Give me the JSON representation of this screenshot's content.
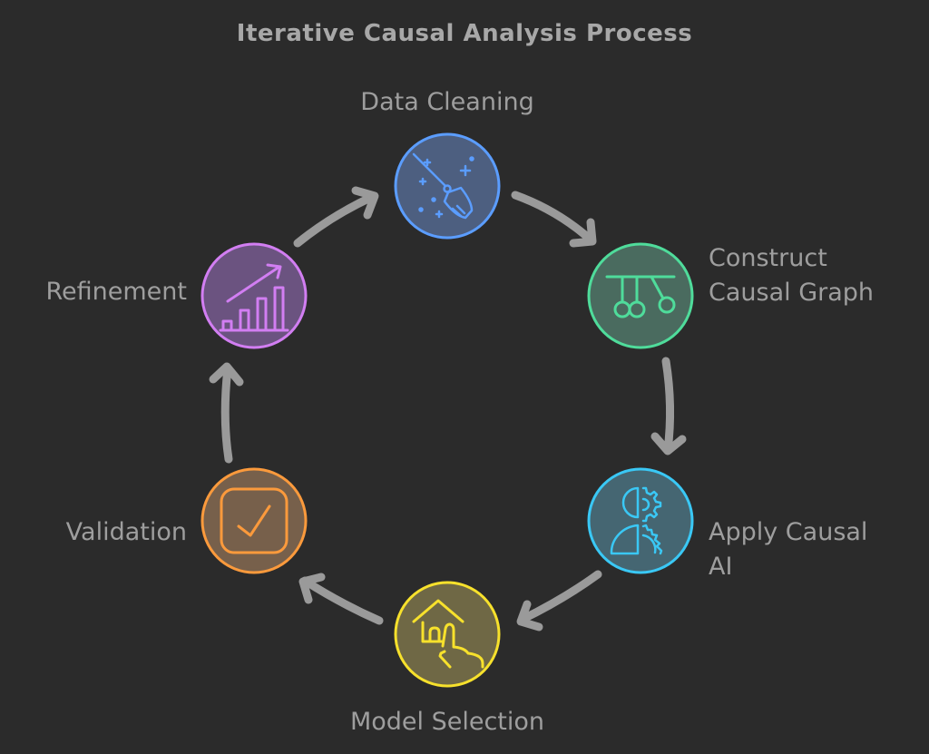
{
  "title": "Iterative Causal Analysis Process",
  "steps": [
    {
      "id": "data-cleaning",
      "label": "Data Cleaning",
      "icon": "broom-icon",
      "color": "#5b9dff",
      "fill": "#4d5f80"
    },
    {
      "id": "construct-causal-graph",
      "label_lines": [
        "Construct",
        "Causal Graph"
      ],
      "icon": "newtons-cradle-icon",
      "color": "#4fdc9b",
      "fill": "#4a6b5f"
    },
    {
      "id": "apply-causal-ai",
      "label_lines": [
        "Apply Causal",
        "AI"
      ],
      "icon": "human-gear-icon",
      "color": "#3ac8f5",
      "fill": "#456672"
    },
    {
      "id": "model-selection",
      "label": "Model Selection",
      "icon": "house-hand-icon",
      "color": "#f7e12c",
      "fill": "#6f6845"
    },
    {
      "id": "validation",
      "label": "Validation",
      "icon": "checkbox-icon",
      "color": "#fb9a3c",
      "fill": "#77604b"
    },
    {
      "id": "refinement",
      "label": "Refinement",
      "icon": "growth-chart-icon",
      "color": "#d27ef2",
      "fill": "#6b5380"
    }
  ],
  "flow": [
    {
      "from": "data-cleaning",
      "to": "construct-causal-graph"
    },
    {
      "from": "construct-causal-graph",
      "to": "apply-causal-ai"
    },
    {
      "from": "apply-causal-ai",
      "to": "model-selection"
    },
    {
      "from": "model-selection",
      "to": "validation"
    },
    {
      "from": "validation",
      "to": "refinement"
    },
    {
      "from": "refinement",
      "to": "data-cleaning"
    }
  ],
  "arrow_color": "#9a9a9a"
}
